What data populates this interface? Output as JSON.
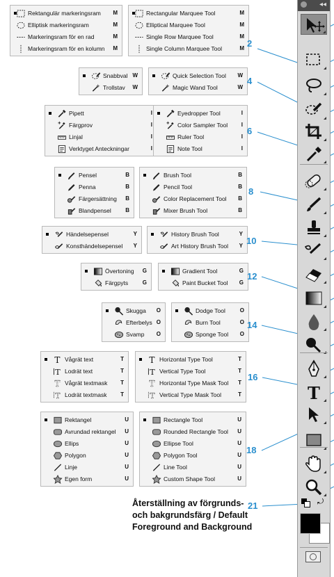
{
  "colors": {
    "accent": "#2a8fce",
    "panel_bg": "#f3f3f3",
    "toolbar_bg": "#d8d8d8"
  },
  "groups": [
    {
      "sv": [
        {
          "label": "Rektangulär markeringsram",
          "key": "M",
          "icon": "rect-marquee-icon",
          "bullet": true
        },
        {
          "label": "Elliptisk markeringsram",
          "key": "M",
          "icon": "ellipse-marquee-icon"
        },
        {
          "label": "Markeringsram för en rad",
          "key": "M",
          "icon": "row-marquee-icon"
        },
        {
          "label": "Markeringsram för en kolumn",
          "key": "M",
          "icon": "column-marquee-icon"
        }
      ],
      "en": [
        {
          "label": "Rectangular Marquee Tool",
          "key": "M",
          "icon": "rect-marquee-icon",
          "bullet": true
        },
        {
          "label": "Elliptical Marquee Tool",
          "key": "M",
          "icon": "ellipse-marquee-icon"
        },
        {
          "label": "Single Row Marquee Tool",
          "key": "M",
          "icon": "row-marquee-icon"
        },
        {
          "label": "Single Column Marquee Tool",
          "key": "M",
          "icon": "column-marquee-icon"
        }
      ]
    },
    {
      "sv": [
        {
          "label": "Snabbval",
          "key": "W",
          "icon": "quick-selection-icon",
          "bullet": true
        },
        {
          "label": "Trollstav",
          "key": "W",
          "icon": "magic-wand-icon"
        }
      ],
      "en": [
        {
          "label": "Quick Selection Tool",
          "key": "W",
          "icon": "quick-selection-icon",
          "bullet": true
        },
        {
          "label": "Magic Wand Tool",
          "key": "W",
          "icon": "magic-wand-icon"
        }
      ]
    },
    {
      "sv": [
        {
          "label": "Pipett",
          "key": "I",
          "icon": "eyedropper-icon",
          "bullet": true
        },
        {
          "label": "Färgprov",
          "key": "I",
          "icon": "color-sampler-icon"
        },
        {
          "label": "Linjal",
          "key": "I",
          "icon": "ruler-icon"
        },
        {
          "label": "Verktyget Anteckningar",
          "key": "I",
          "icon": "note-icon"
        }
      ],
      "en": [
        {
          "label": "Eyedropper Tool",
          "key": "I",
          "icon": "eyedropper-icon",
          "bullet": true
        },
        {
          "label": "Color Sampler Tool",
          "key": "I",
          "icon": "color-sampler-icon"
        },
        {
          "label": "Ruler Tool",
          "key": "I",
          "icon": "ruler-icon"
        },
        {
          "label": "Note Tool",
          "key": "I",
          "icon": "note-icon"
        }
      ]
    },
    {
      "sv": [
        {
          "label": "Pensel",
          "key": "B",
          "icon": "brush-icon",
          "bullet": true
        },
        {
          "label": "Penna",
          "key": "B",
          "icon": "pencil-icon"
        },
        {
          "label": "Färgersättning",
          "key": "B",
          "icon": "color-replacement-icon"
        },
        {
          "label": "Blandpensel",
          "key": "B",
          "icon": "mixer-brush-icon"
        }
      ],
      "en": [
        {
          "label": "Brush Tool",
          "key": "B",
          "icon": "brush-icon",
          "bullet": true
        },
        {
          "label": "Pencil Tool",
          "key": "B",
          "icon": "pencil-icon"
        },
        {
          "label": "Color Replacement Tool",
          "key": "B",
          "icon": "color-replacement-icon"
        },
        {
          "label": "Mixer Brush Tool",
          "key": "B",
          "icon": "mixer-brush-icon"
        }
      ]
    },
    {
      "sv": [
        {
          "label": "Händelsepensel",
          "key": "Y",
          "icon": "history-brush-icon",
          "bullet": true
        },
        {
          "label": "Konsthändelsepensel",
          "key": "Y",
          "icon": "art-history-brush-icon"
        }
      ],
      "en": [
        {
          "label": "History Brush Tool",
          "key": "Y",
          "icon": "history-brush-icon",
          "bullet": true
        },
        {
          "label": "Art History Brush Tool",
          "key": "Y",
          "icon": "art-history-brush-icon"
        }
      ]
    },
    {
      "sv": [
        {
          "label": "Övertoning",
          "key": "G",
          "icon": "gradient-icon",
          "bullet": true
        },
        {
          "label": "Färgpyts",
          "key": "G",
          "icon": "paint-bucket-icon"
        }
      ],
      "en": [
        {
          "label": "Gradient Tool",
          "key": "G",
          "icon": "gradient-icon",
          "bullet": true
        },
        {
          "label": "Paint Bucket Tool",
          "key": "G",
          "icon": "paint-bucket-icon"
        }
      ]
    },
    {
      "sv": [
        {
          "label": "Skugga",
          "key": "O",
          "icon": "dodge-icon",
          "bullet": true
        },
        {
          "label": "Efterbelys",
          "key": "O",
          "icon": "burn-icon"
        },
        {
          "label": "Svamp",
          "key": "O",
          "icon": "sponge-icon"
        }
      ],
      "en": [
        {
          "label": "Dodge Tool",
          "key": "O",
          "icon": "dodge-icon",
          "bullet": true
        },
        {
          "label": "Burn Tool",
          "key": "O",
          "icon": "burn-icon"
        },
        {
          "label": "Sponge Tool",
          "key": "O",
          "icon": "sponge-icon"
        }
      ]
    },
    {
      "sv": [
        {
          "label": "Vågrät text",
          "key": "T",
          "icon": "horizontal-type-icon",
          "bullet": true
        },
        {
          "label": "Lodrät text",
          "key": "T",
          "icon": "vertical-type-icon"
        },
        {
          "label": "Vågrät textmask",
          "key": "T",
          "icon": "horizontal-type-mask-icon"
        },
        {
          "label": "Lodrät textmask",
          "key": "T",
          "icon": "vertical-type-mask-icon"
        }
      ],
      "en": [
        {
          "label": "Horizontal Type Tool",
          "key": "T",
          "icon": "horizontal-type-icon",
          "bullet": true
        },
        {
          "label": "Vertical Type Tool",
          "key": "T",
          "icon": "vertical-type-icon"
        },
        {
          "label": "Horizontal Type Mask Tool",
          "key": "T",
          "icon": "horizontal-type-mask-icon"
        },
        {
          "label": "Vertical Type Mask Tool",
          "key": "T",
          "icon": "vertical-type-mask-icon"
        }
      ]
    },
    {
      "sv": [
        {
          "label": "Rektangel",
          "key": "U",
          "icon": "rectangle-icon",
          "bullet": true
        },
        {
          "label": "Avrundad rektangel",
          "key": "U",
          "icon": "rounded-rectangle-icon"
        },
        {
          "label": "Ellips",
          "key": "U",
          "icon": "ellipse-icon"
        },
        {
          "label": "Polygon",
          "key": "U",
          "icon": "polygon-icon"
        },
        {
          "label": "Linje",
          "key": "U",
          "icon": "line-icon"
        },
        {
          "label": "Egen form",
          "key": "U",
          "icon": "custom-shape-icon"
        }
      ],
      "en": [
        {
          "label": "Rectangle Tool",
          "key": "U",
          "icon": "rectangle-icon",
          "bullet": true
        },
        {
          "label": "Rounded Rectangle Tool",
          "key": "U",
          "icon": "rounded-rectangle-icon"
        },
        {
          "label": "Ellipse Tool",
          "key": "U",
          "icon": "ellipse-icon"
        },
        {
          "label": "Polygon Tool",
          "key": "U",
          "icon": "polygon-icon"
        },
        {
          "label": "Line Tool",
          "key": "U",
          "icon": "line-icon"
        },
        {
          "label": "Custom Shape Tool",
          "key": "U",
          "icon": "custom-shape-icon"
        }
      ]
    }
  ],
  "numbers": [
    "2",
    "4",
    "6",
    "8",
    "10",
    "12",
    "14",
    "16",
    "18",
    "21"
  ],
  "annotation": {
    "line1": "Återställning av förgrunds-",
    "line2": "och bakgrundsfärg / Default",
    "line3": "Foreground and Background"
  },
  "toolbar": {
    "collapse_glyph": "◂◂",
    "tools": [
      "move-icon",
      "rect-marquee-icon",
      "lasso-icon",
      "quick-selection-icon",
      "crop-icon",
      "eyedropper-icon",
      "spot-healing-icon",
      "brush-icon",
      "clone-stamp-icon",
      "history-brush-icon",
      "eraser-icon",
      "gradient-icon",
      "blur-icon",
      "dodge-icon",
      "pen-icon",
      "horizontal-type-icon",
      "path-selection-icon",
      "rectangle-icon",
      "hand-icon",
      "zoom-icon"
    ],
    "swatches": {
      "foreground": "#000000",
      "background": "#ffffff"
    }
  }
}
